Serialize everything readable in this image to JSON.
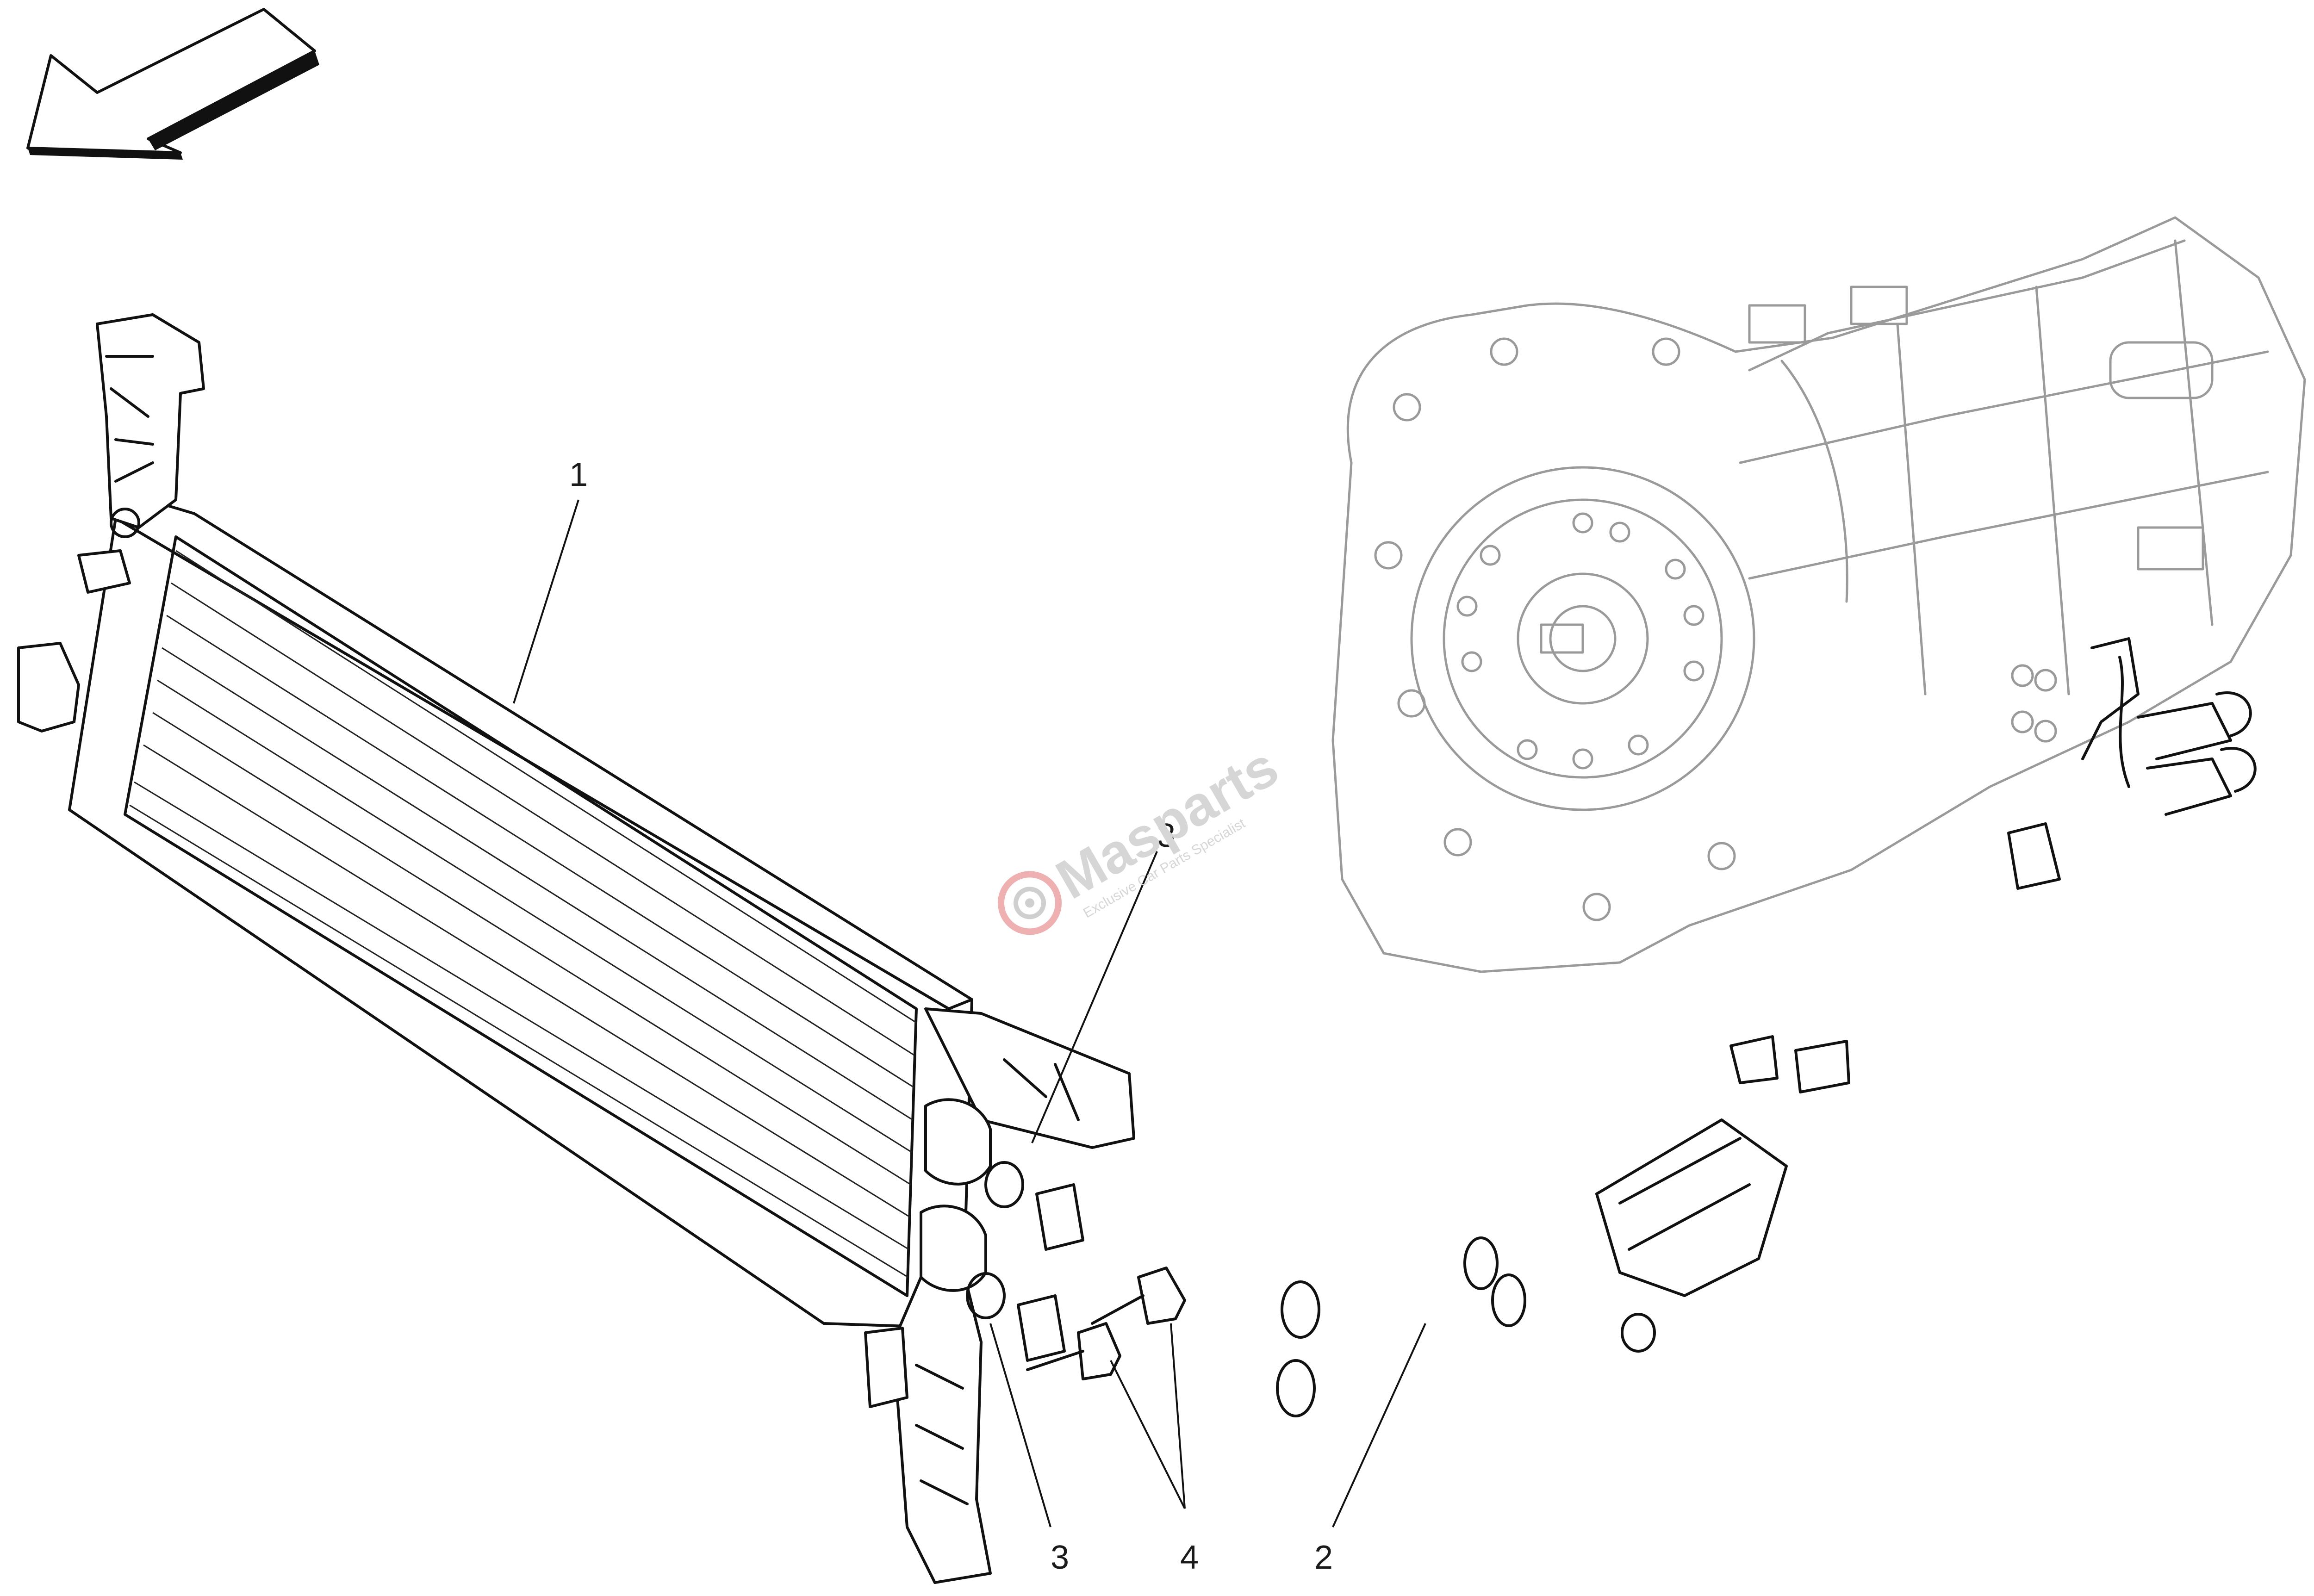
{
  "diagram": {
    "callouts": [
      {
        "id": "1",
        "label": "1"
      },
      {
        "id": "2",
        "label": "2"
      },
      {
        "id": "3a",
        "label": "3"
      },
      {
        "id": "3b",
        "label": "3"
      },
      {
        "id": "4",
        "label": "4"
      }
    ],
    "watermark": {
      "brand": "Masparts",
      "tagline": "Exclusive Car Parts Specialist",
      "logo_icon": "gear-icon"
    },
    "direction_icon": "arrow-icon",
    "colors": {
      "line": "#111111",
      "ghost": "#9a9a9a",
      "watermark": "#d6d6d6",
      "logo_accent": "#e07070"
    }
  }
}
